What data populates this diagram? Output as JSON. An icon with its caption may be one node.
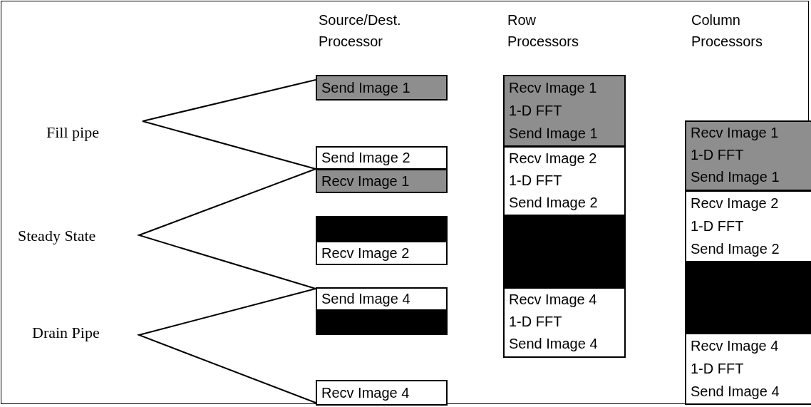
{
  "diagram": {
    "nodes": [
      {
        "text": [
          "Send Image 1"
        ]
      },
      {
        "text": [
          "Send Image 2"
        ]
      },
      {
        "text": [
          "Recv Image 1"
        ]
      },
      {
        "text": [],
        "shape": "box"
      },
      {
        "text": [
          "Recv Image 2"
        ]
      },
      {
        "text": [
          "Send Image 4"
        ]
      },
      {
        "text": [],
        "shape": "box"
      },
      {
        "text": [
          "Recv Image 4"
        ]
      },
      {
        "text": [
          "Recv Image 1",
          "1-D FFT",
          "Send Image 1"
        ]
      },
      {
        "text": [
          "Recv Image 2",
          "1-D FFT",
          "Send Image 2"
        ]
      },
      {
        "text": [],
        "shape": "box"
      },
      {
        "text": [
          "Recv Image 4",
          "1-D FFT",
          "Send Image 4"
        ]
      },
      {
        "text": [
          "Recv Image 1",
          "1-D FFT",
          "Send Image 1"
        ]
      },
      {
        "text": [
          "Recv Image 2",
          "1-D FFT",
          "Send Image 2"
        ]
      },
      {
        "text": [],
        "shape": "box"
      },
      {
        "text": [
          "Recv Image 4",
          "1-D FFT",
          "Send Image 4"
        ]
      }
    ],
    "labels": [
      "Source/Dest. Processor",
      "Row Processors",
      "Column Processors",
      "Fill pipe",
      "Steady State",
      "Drain Pipe"
    ]
  }
}
